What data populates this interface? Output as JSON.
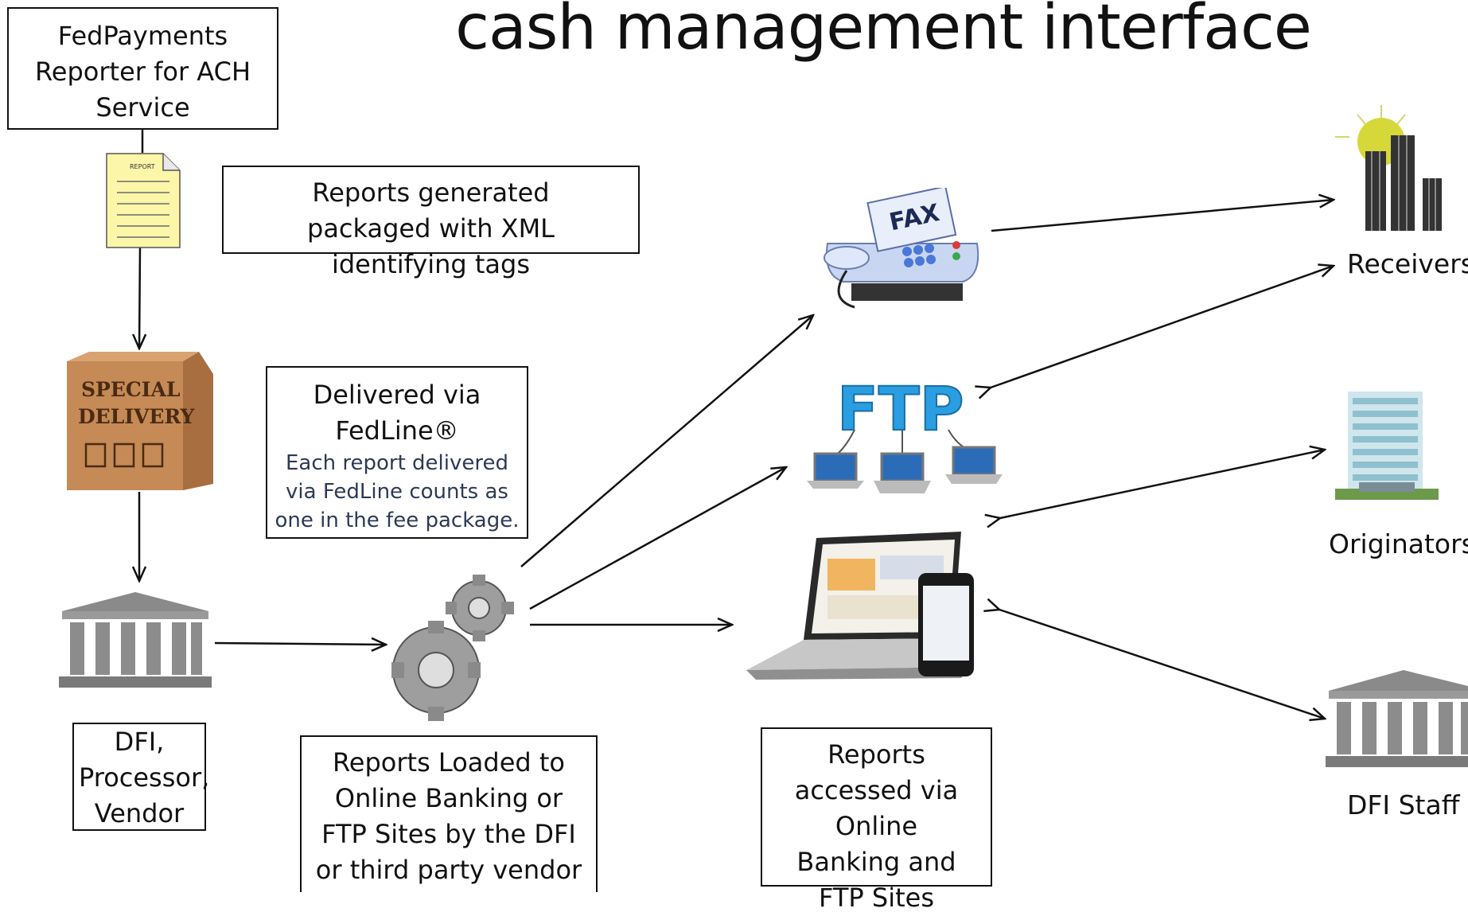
{
  "title": "cash management interface",
  "boxes": {
    "fedpayments": "FedPayments Reporter for ACH Service",
    "reports_generated": "Reports generated packaged with XML identifying tags",
    "delivered_title": "Delivered via FedLine®",
    "delivered_sub": "Each report delivered via FedLine counts as one in the fee package.",
    "dfi": "DFI, Processor, Vendor",
    "loaded": "Reports Loaded to Online Banking or FTP Sites by the DFI or third party vendor",
    "accessed": "Reports accessed via Online Banking and FTP Sites"
  },
  "icons": {
    "report_doc": "REPORT",
    "box_text_1": "SPECIAL",
    "box_text_2": "DELIVERY",
    "fax_text": "FAX",
    "ftp_text": "FTP"
  },
  "labels": {
    "receivers": "Receivers",
    "originators": "Originators",
    "dfi_staff": "DFI Staff"
  },
  "colors": {
    "ftp_blue": "#2a9ee0",
    "box_brown": "#c58a55",
    "fax_blue": "#7fa6e0",
    "bank_gray": "#8c8c8c",
    "note_text": "#2d3a55"
  }
}
